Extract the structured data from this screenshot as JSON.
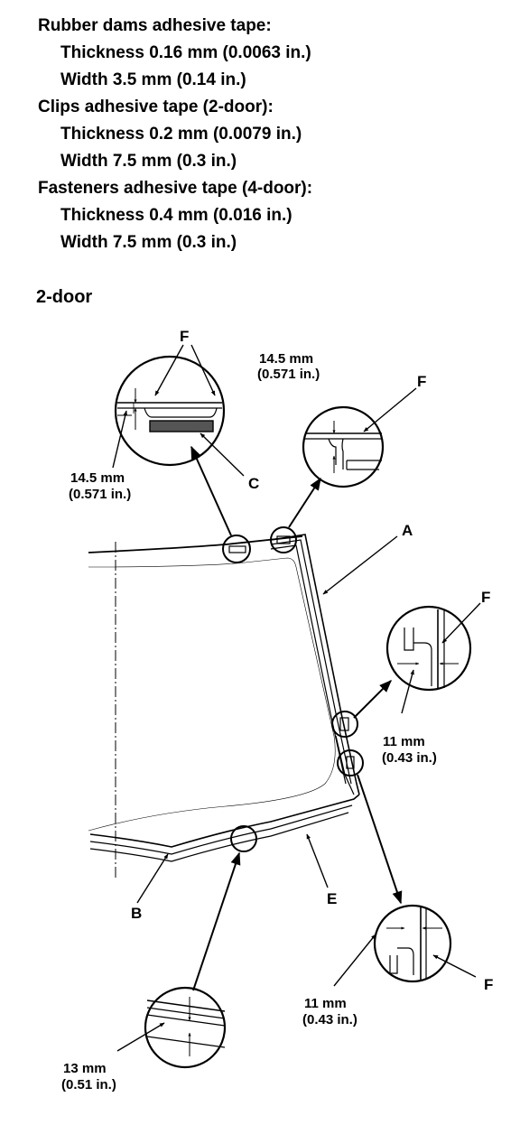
{
  "specs": [
    {
      "title": "Rubber dams adhesive tape:",
      "thickness": "Thickness 0.16 mm (0.0063 in.)",
      "width": "Width 3.5 mm (0.14 in.)"
    },
    {
      "title": "Clips adhesive tape (2-door):",
      "thickness": "Thickness 0.2 mm (0.0079 in.)",
      "width": "Width 7.5 mm (0.3 in.)"
    },
    {
      "title": "Fasteners adhesive tape (4-door):",
      "thickness": "Thickness 0.4 mm (0.016 in.)",
      "width": "Width 7.5 mm (0.3 in.)"
    }
  ],
  "section_title": "2-door",
  "labels": {
    "A": "A",
    "B": "B",
    "C": "C",
    "E": "E",
    "F": "F",
    "d145_mm": "14.5 mm",
    "d145_in": "(0.571 in.)",
    "d11_mm": "11 mm",
    "d11_in": "(0.43 in.)",
    "d13_mm": "13 mm",
    "d13_in": "(0.51 in.)"
  }
}
